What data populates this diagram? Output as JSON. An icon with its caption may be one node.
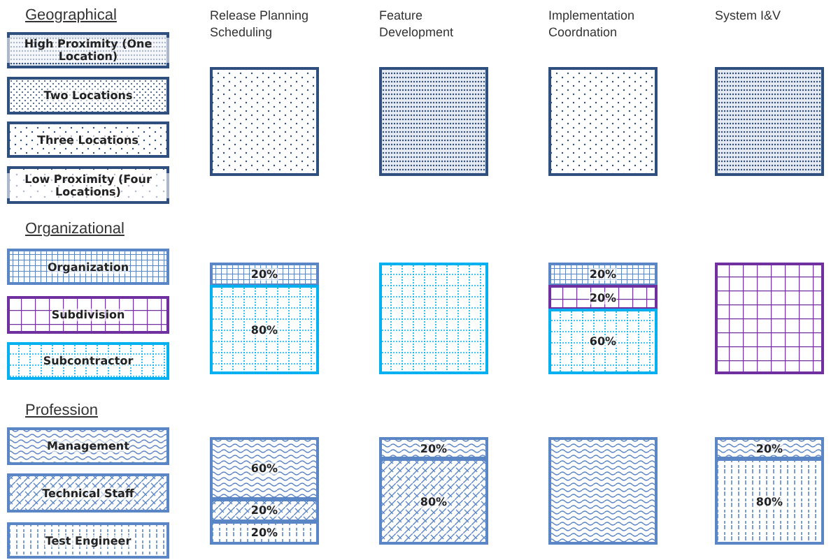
{
  "diagram": {
    "nodes": [
      {
        "text": [],
        "shape": "box"
      },
      {
        "text": [],
        "shape": "box"
      },
      {
        "text": [],
        "shape": "box"
      },
      {
        "text": [],
        "shape": "box"
      },
      {
        "text": [
          "20%"
        ]
      },
      {
        "text": [
          "80%"
        ]
      },
      {
        "text": [],
        "shape": "box"
      },
      {
        "text": [
          "20%"
        ]
      },
      {
        "text": [
          "20%"
        ]
      },
      {
        "text": [
          "60%"
        ]
      },
      {
        "text": [],
        "shape": "box"
      },
      {
        "text": [
          "60%"
        ]
      },
      {
        "text": [
          "20%"
        ]
      },
      {
        "text": [
          "20%"
        ]
      },
      {
        "text": [
          "20%"
        ]
      },
      {
        "text": [
          "80%"
        ]
      },
      {
        "text": [],
        "shape": "box"
      },
      {
        "text": [
          "20%"
        ]
      },
      {
        "text": [
          "80%"
        ]
      }
    ],
    "labels": [
      "Geographical",
      "Release Planning Scheduling",
      "Feature Development",
      "Implementation Coordnation",
      "System I&V",
      "Organizational",
      "Profession"
    ],
    "legend": [
      {
        "text": "High Proximity (One Location)"
      },
      {
        "text": "Two Locations"
      },
      {
        "text": "Three Locations"
      },
      {
        "text": "Low Proximity (Four Locations)"
      },
      {
        "text": "Organization"
      },
      {
        "text": "Subdivision"
      },
      {
        "text": "Subcontractor"
      },
      {
        "text": "Management"
      },
      {
        "text": "Technical Staff"
      },
      {
        "text": "Test Engineer"
      }
    ]
  }
}
